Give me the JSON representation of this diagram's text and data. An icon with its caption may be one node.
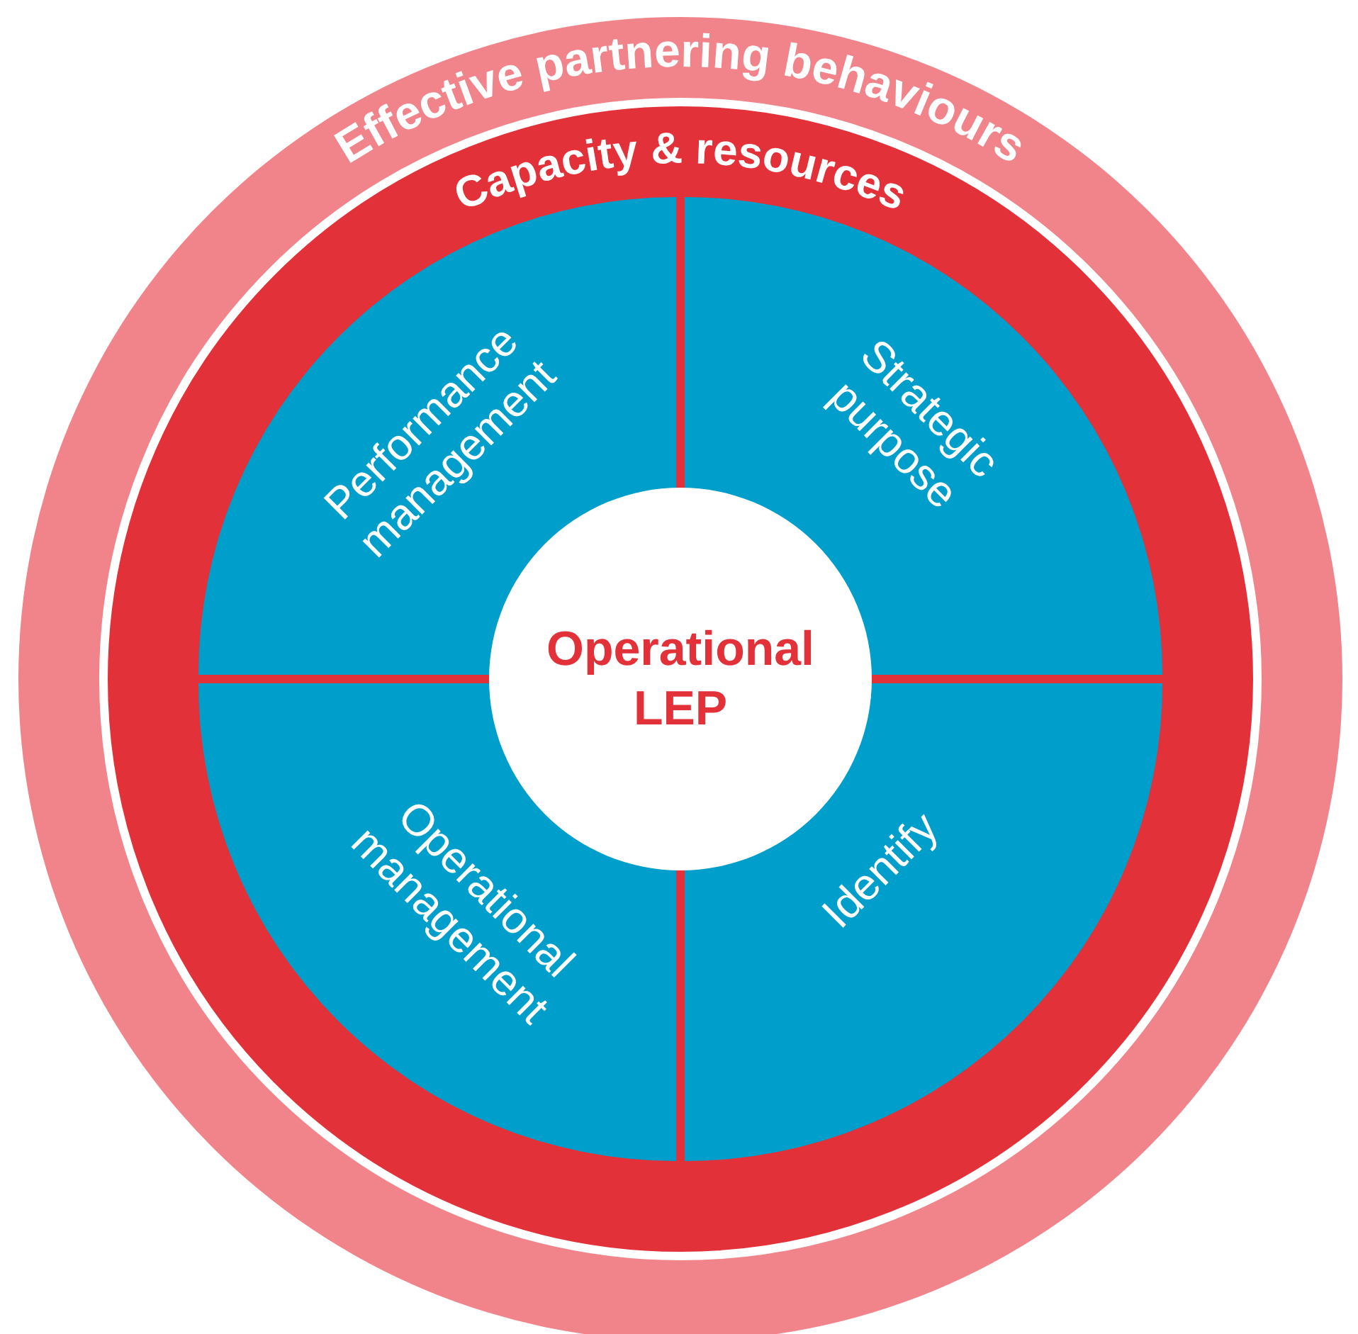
{
  "diagram": {
    "nodes": [
      {
        "text": [
          "Effective partnering behaviours"
        ]
      },
      {
        "text": [
          "Capacity & resources"
        ],
        "in": 0
      },
      {
        "text": [
          "Performance management"
        ],
        "in": 1
      },
      {
        "text": [
          "Strategic purpose"
        ],
        "in": 1
      },
      {
        "text": [
          "Operational management"
        ],
        "in": 1
      },
      {
        "text": [
          "Identify"
        ],
        "in": 1
      },
      {
        "text": [
          "Operational LEP"
        ],
        "in": 1
      }
    ]
  }
}
